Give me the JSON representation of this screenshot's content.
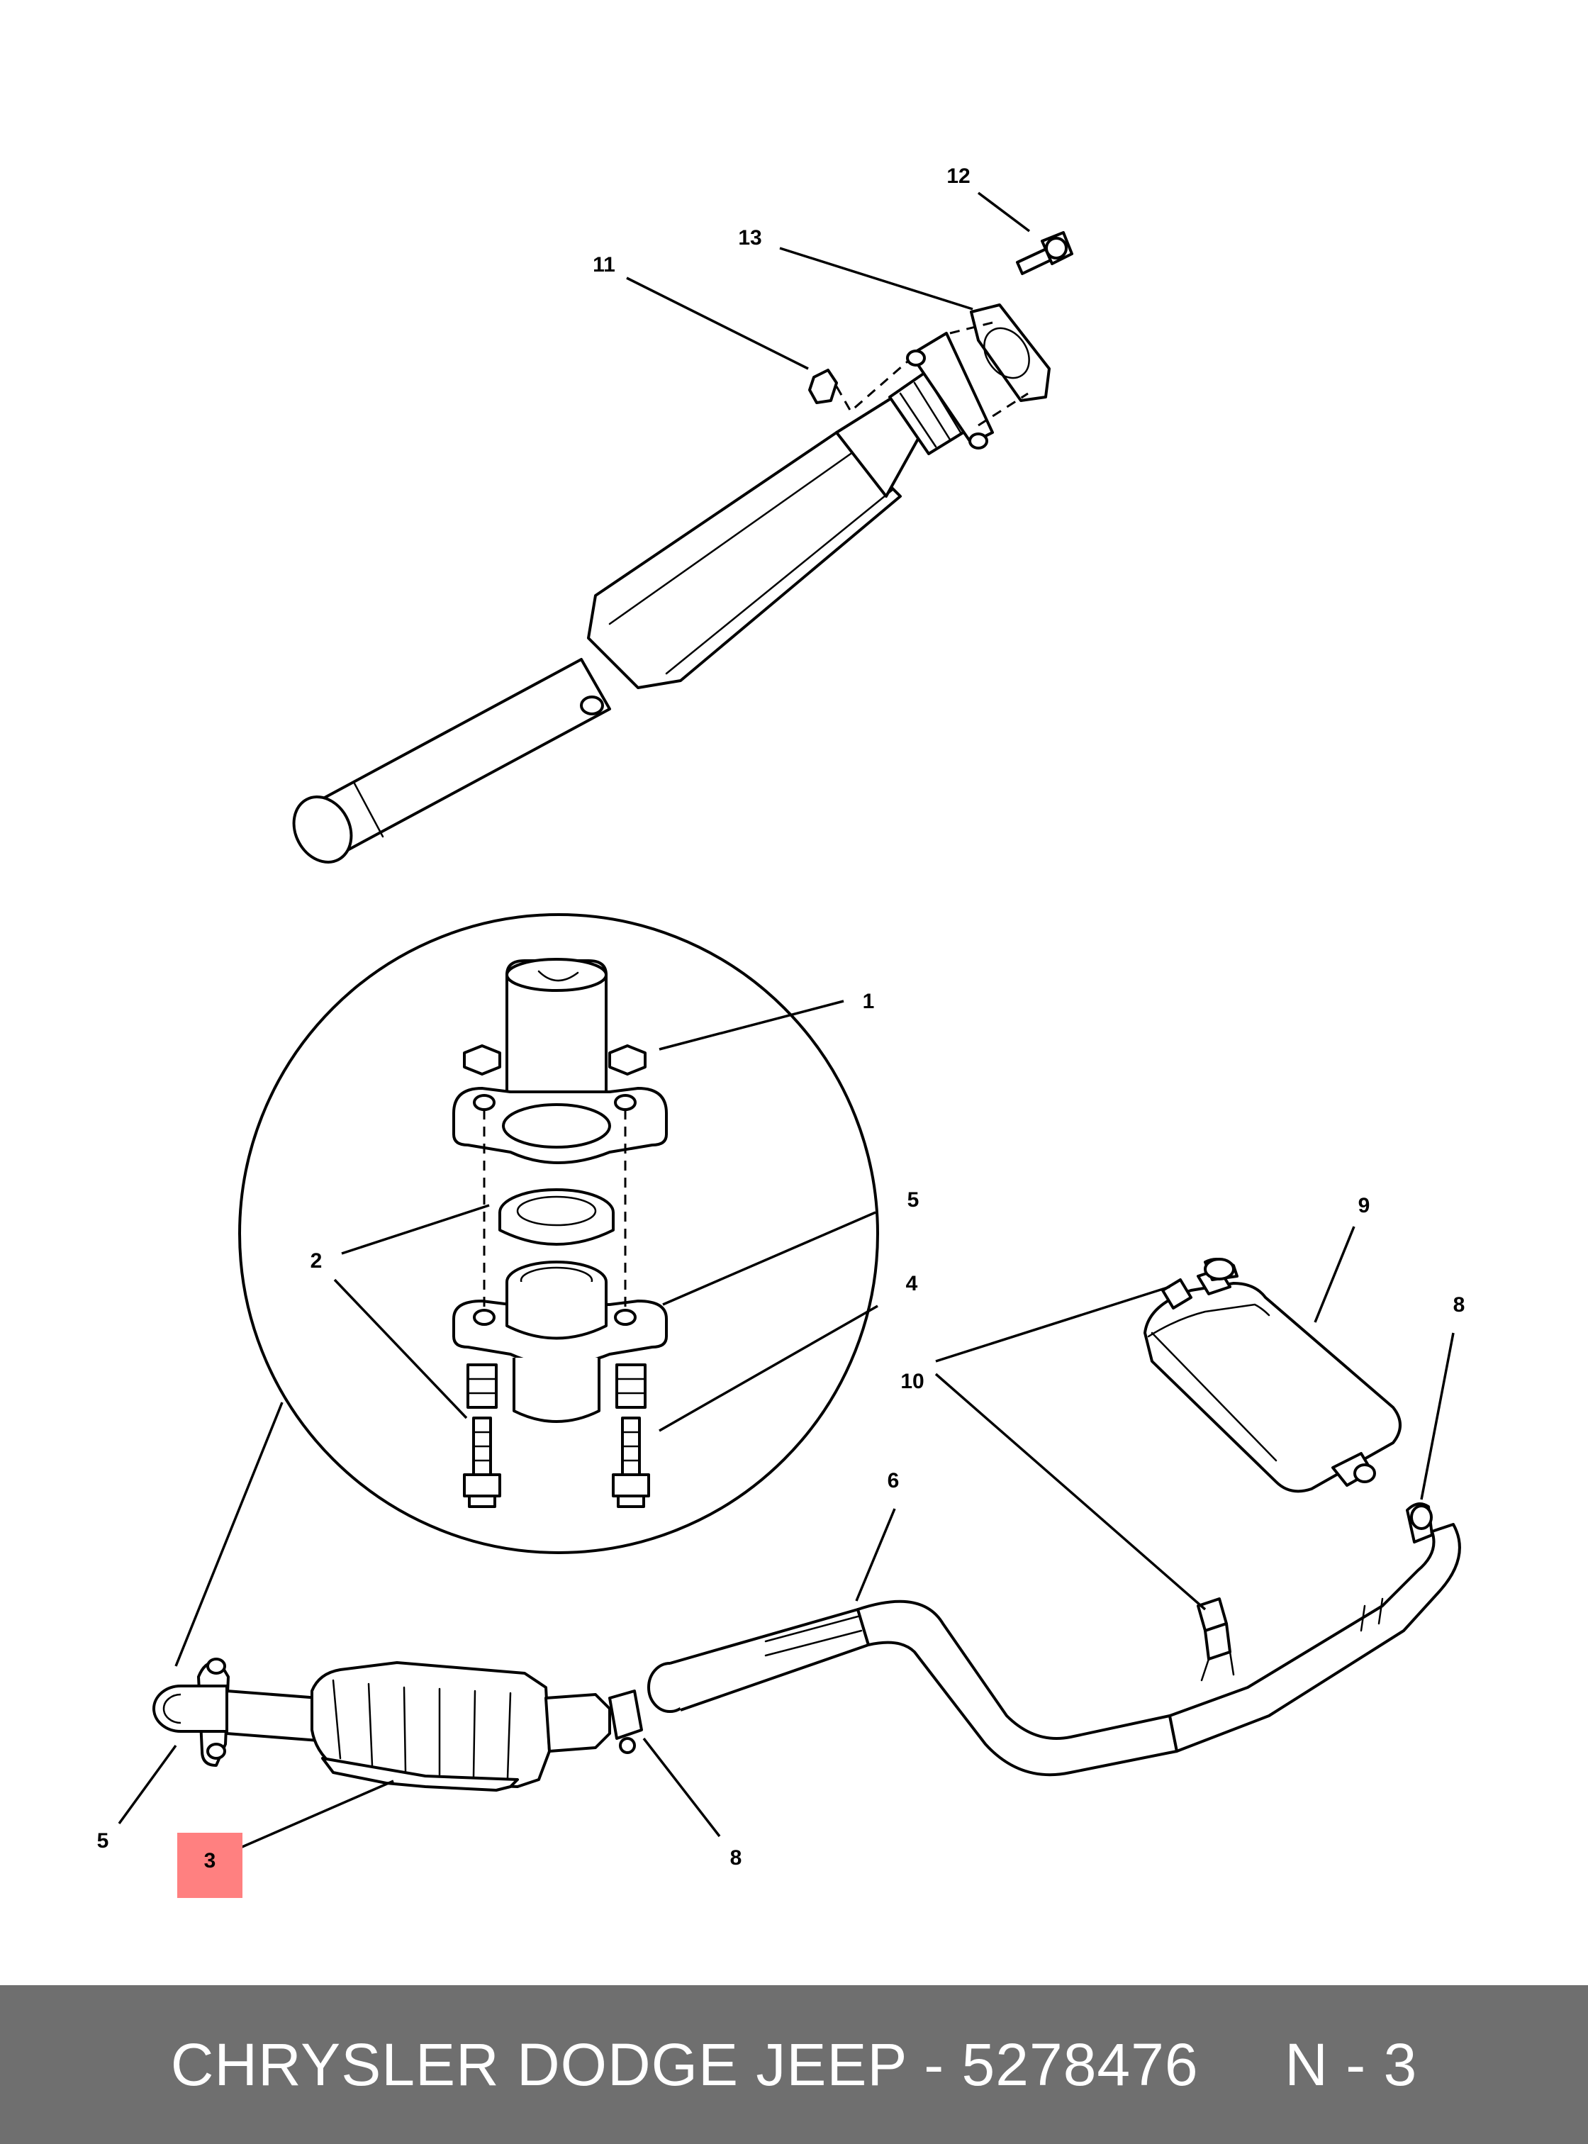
{
  "diagram": {
    "callouts": [
      "1",
      "2",
      "3",
      "4",
      "5",
      "5",
      "6",
      "8",
      "8",
      "9",
      "10",
      "11",
      "12",
      "13"
    ],
    "highlighted_callout": "3",
    "highlight_color": "#ff8080"
  },
  "footer": {
    "text": "CHRYSLER DODGE JEEP - 5278476     N - 3",
    "background": "#6f6f6f",
    "color": "#ffffff"
  }
}
